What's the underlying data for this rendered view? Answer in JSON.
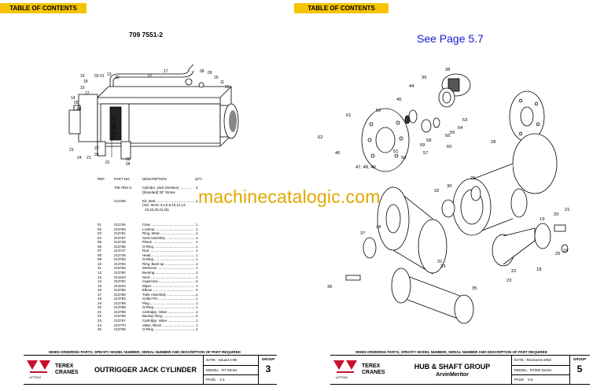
{
  "toc_label": "TABLE OF CONTENTS",
  "left_page": {
    "part_number_title": "709 7551-2",
    "vertical_label": "709 7551-2",
    "callouts": [
      "19",
      "18",
      "10",
      "03",
      "01",
      "13",
      "25",
      "12",
      "14",
      "05",
      "06",
      "07",
      "17",
      "08",
      "09",
      "16",
      "11",
      "15",
      "24",
      "21",
      "20",
      "22",
      "23",
      "02",
      "04",
      "01"
    ],
    "parts_columns": [
      "REF.",
      "PART NO.",
      "DESCRIPTION",
      "QTY"
    ],
    "parts_header_rows": [
      {
        "ref": "",
        "part": "709 7551-2",
        "desc": "Cylinder, Jack (Sesbee) ............",
        "desc2": "[Standard] 33\" Stroke",
        "qty": "4"
      },
      {
        "ref": "",
        "part": "214236",
        "desc": "Kit, Seal ..........................................",
        "desc2": "(Incl. Items 3,4,6,9,10,12,13,",
        "desc3": "15,18,20,22,25)",
        "qty": "1"
      }
    ],
    "parts": [
      {
        "ref": "01",
        "part": "213746",
        "desc": "Case ............................................",
        "qty": "1"
      },
      {
        "ref": "02",
        "part": "213750",
        "desc": "Locknut ........................................",
        "qty": "1"
      },
      {
        "ref": "03",
        "part": "213761",
        "desc": "Ring, Wear ....................................",
        "qty": "1"
      },
      {
        "ref": "04",
        "part": "213757",
        "desc": "Seal Assembly ...............................",
        "qty": "1"
      },
      {
        "ref": "05",
        "part": "213748",
        "desc": "Piston ..........................................",
        "qty": "1"
      },
      {
        "ref": "06",
        "part": "213755",
        "desc": "O-Ring ...........................................",
        "qty": "1"
      },
      {
        "ref": "07",
        "part": "213747",
        "desc": "Rod ..............................................",
        "qty": "1"
      },
      {
        "ref": "08",
        "part": "213749",
        "desc": "Head .............................................",
        "qty": "1"
      },
      {
        "ref": "09",
        "part": "213753",
        "desc": "O-Ring ...........................................",
        "qty": "1"
      },
      {
        "ref": "10",
        "part": "213754",
        "desc": "Ring, Back-up ................................",
        "qty": "1"
      },
      {
        "ref": "11",
        "part": "213763",
        "desc": "Setscrew .......................................",
        "qty": "1"
      },
      {
        "ref": "12",
        "part": "213760",
        "desc": "Bearing .........................................",
        "qty": "2"
      },
      {
        "ref": "13",
        "part": "214243",
        "desc": "Seal ..............................................",
        "qty": "1"
      },
      {
        "ref": "14",
        "part": "213762",
        "desc": "Capscrew ......................................",
        "qty": "4"
      },
      {
        "ref": "15",
        "part": "214244",
        "desc": "Wiper ............................................",
        "qty": "1"
      },
      {
        "ref": "16",
        "part": "213766",
        "desc": "Elbow ...........................................",
        "qty": "2"
      },
      {
        "ref": "17",
        "part": "213769",
        "desc": "Tube Assembly ...............................",
        "qty": "1"
      },
      {
        "ref": "18",
        "part": "213764",
        "desc": "Cotter Pin ......................................",
        "qty": "1"
      },
      {
        "ref": "19",
        "part": "213765",
        "desc": "Plug ..............................................",
        "qty": "1"
      },
      {
        "ref": "20",
        "part": "213758",
        "desc": "O-Ring ...........................................",
        "qty": "1"
      },
      {
        "ref": "21",
        "part": "213768",
        "desc": "Cartridge, Valve .............................",
        "qty": "1"
      },
      {
        "ref": "22",
        "part": "213756",
        "desc": "Backup Ring ..................................",
        "qty": "2"
      },
      {
        "ref": "23",
        "part": "213767",
        "desc": "Cartridge, Valve .............................",
        "qty": "1"
      },
      {
        "ref": "24",
        "part": "213770",
        "desc": "Valve, Block...................................",
        "qty": "1"
      },
      {
        "ref": "25",
        "part": "213759",
        "desc": "O-Ring ...........................................",
        "qty": "2"
      }
    ],
    "notice": "WHEN ORDERING PARTS, SPECIFY MODEL NUMBER, SERIAL NUMBER AND DESCRIPTION OF PART REQUIRED",
    "brand_line1": "TEREX",
    "brand_line2": "CRANES",
    "logo_sub": "LIFTING",
    "title": "OUTRIGGER JACK CYLINDER",
    "date_label": "DATE:",
    "date_value": "Issued 4-98",
    "model_label": "MODEL:",
    "model_value": "RT Series",
    "page_label": "PAGE",
    "page_value": "3.3",
    "group_label": "GROUP",
    "group_value": "3"
  },
  "right_page": {
    "see_page": "See Page 5.7",
    "callouts": [
      "38",
      "39",
      "44",
      "45",
      "52",
      "53",
      "54",
      "61",
      "62",
      "46",
      "47, 48, 49",
      "50",
      "51",
      "58",
      "59",
      "56",
      "55",
      "57",
      "60",
      "28",
      "29",
      "30",
      "32",
      "37",
      "34",
      "19",
      "20",
      "21",
      "24",
      "25",
      "18",
      "22",
      "23",
      "31",
      "33",
      "36",
      "35"
    ],
    "notice": "WHEN ORDERING PARTS, SPECIFY MODEL NUMBER, SERIAL NUMBER AND DESCRIPTION OF PART REQUIRED",
    "brand_line1": "TEREX",
    "brand_line2": "CRANES",
    "logo_sub": "LIFTING",
    "title": "HUB & SHAFT GROUP",
    "subtitle": "ArvinMeritor",
    "date_label": "DATE:",
    "date_value": "Revised 6-2002",
    "model_label": "MODEL:",
    "model_value": "RT300 Series",
    "page_label": "PAGE",
    "page_value": "5.6",
    "group_label": "GROUP",
    "group_value": "5"
  },
  "watermark": "machinecatalogic.com",
  "colors": {
    "toc_bg": "#f5c400",
    "see_page": "#1a1acd",
    "watermark": "#e0a800",
    "logo_red": "#c8102e"
  }
}
